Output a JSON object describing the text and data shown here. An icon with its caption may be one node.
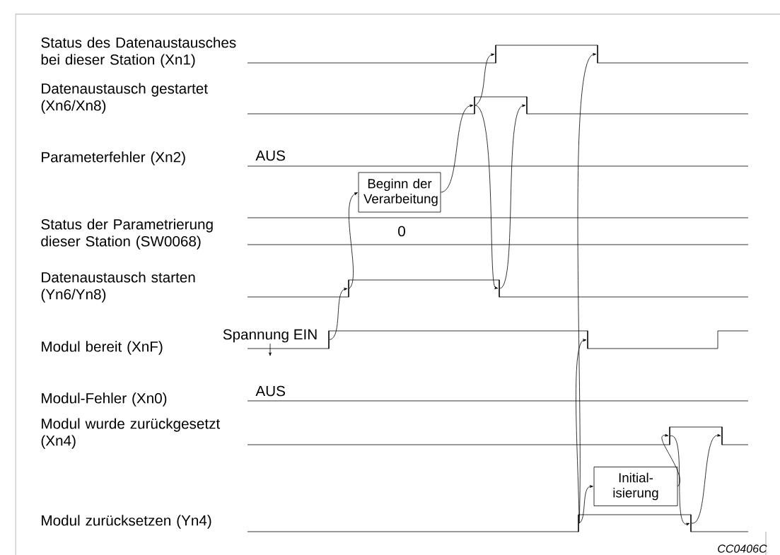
{
  "diagram": {
    "nodes": [
      {
        "text": [],
        "shape": "step"
      },
      {
        "text": [],
        "shape": "step"
      },
      {
        "text": [],
        "shape": "step"
      },
      {
        "text": [],
        "shape": "step"
      },
      {
        "text": [
          "Beginn der Verarbeitung"
        ]
      },
      {
        "text": [],
        "shape": "step"
      },
      {
        "text": [],
        "shape": "step"
      },
      {
        "text": [
          "Spannung EIN"
        ]
      },
      {
        "text": [],
        "shape": "step"
      },
      {
        "text": [],
        "shape": "step"
      },
      {
        "text": [],
        "shape": "step"
      },
      {
        "text": [],
        "shape": "step"
      },
      {
        "text": [
          "Initial-isierung"
        ]
      },
      {
        "text": [],
        "shape": "step"
      },
      {
        "text": [],
        "shape": "step"
      }
    ],
    "edges": [
      {
        "from": 8,
        "to": 5,
        "arrow": "to"
      },
      {
        "from": 5,
        "to": 4,
        "arrow": "to"
      },
      {
        "from": 4,
        "to": 2,
        "arrow": "to"
      },
      {
        "from": 2,
        "to": 0,
        "arrow": "to"
      },
      {
        "from": 2,
        "to": 6,
        "arrow": "to"
      },
      {
        "from": 6,
        "to": 3,
        "arrow": "to"
      },
      {
        "from": 13,
        "to": 12,
        "arrow": "to"
      },
      {
        "from": 13,
        "to": 9,
        "arrow": "to"
      },
      {
        "from": 13,
        "to": 1,
        "arrow": "to"
      },
      {
        "from": 12,
        "to": 10,
        "arrow": "to"
      },
      {
        "from": 10,
        "to": 14,
        "arrow": "to"
      },
      {
        "from": 14,
        "to": 11,
        "arrow": "to"
      },
      {
        "from": 7,
        "to": null,
        "arrow": "to"
      }
    ],
    "labels": [
      "Status des Datenaustausches bei dieser Station (Xn1)",
      "Datenaustausch gestartet (Xn6/Xn8)",
      "Parameterfehler (Xn2)",
      "AUS",
      "Status der Parametrierung dieser Station (SW0068)",
      "0",
      "Datenaustausch starten (Yn6/Yn8)",
      "Modul bereit (XnF)",
      "Modul-Fehler (Xn0)",
      "AUS",
      "Modul wurde zurückgesetzt (Xn4)",
      "Modul zurücksetzen (Yn4)",
      "CC0406C"
    ]
  }
}
